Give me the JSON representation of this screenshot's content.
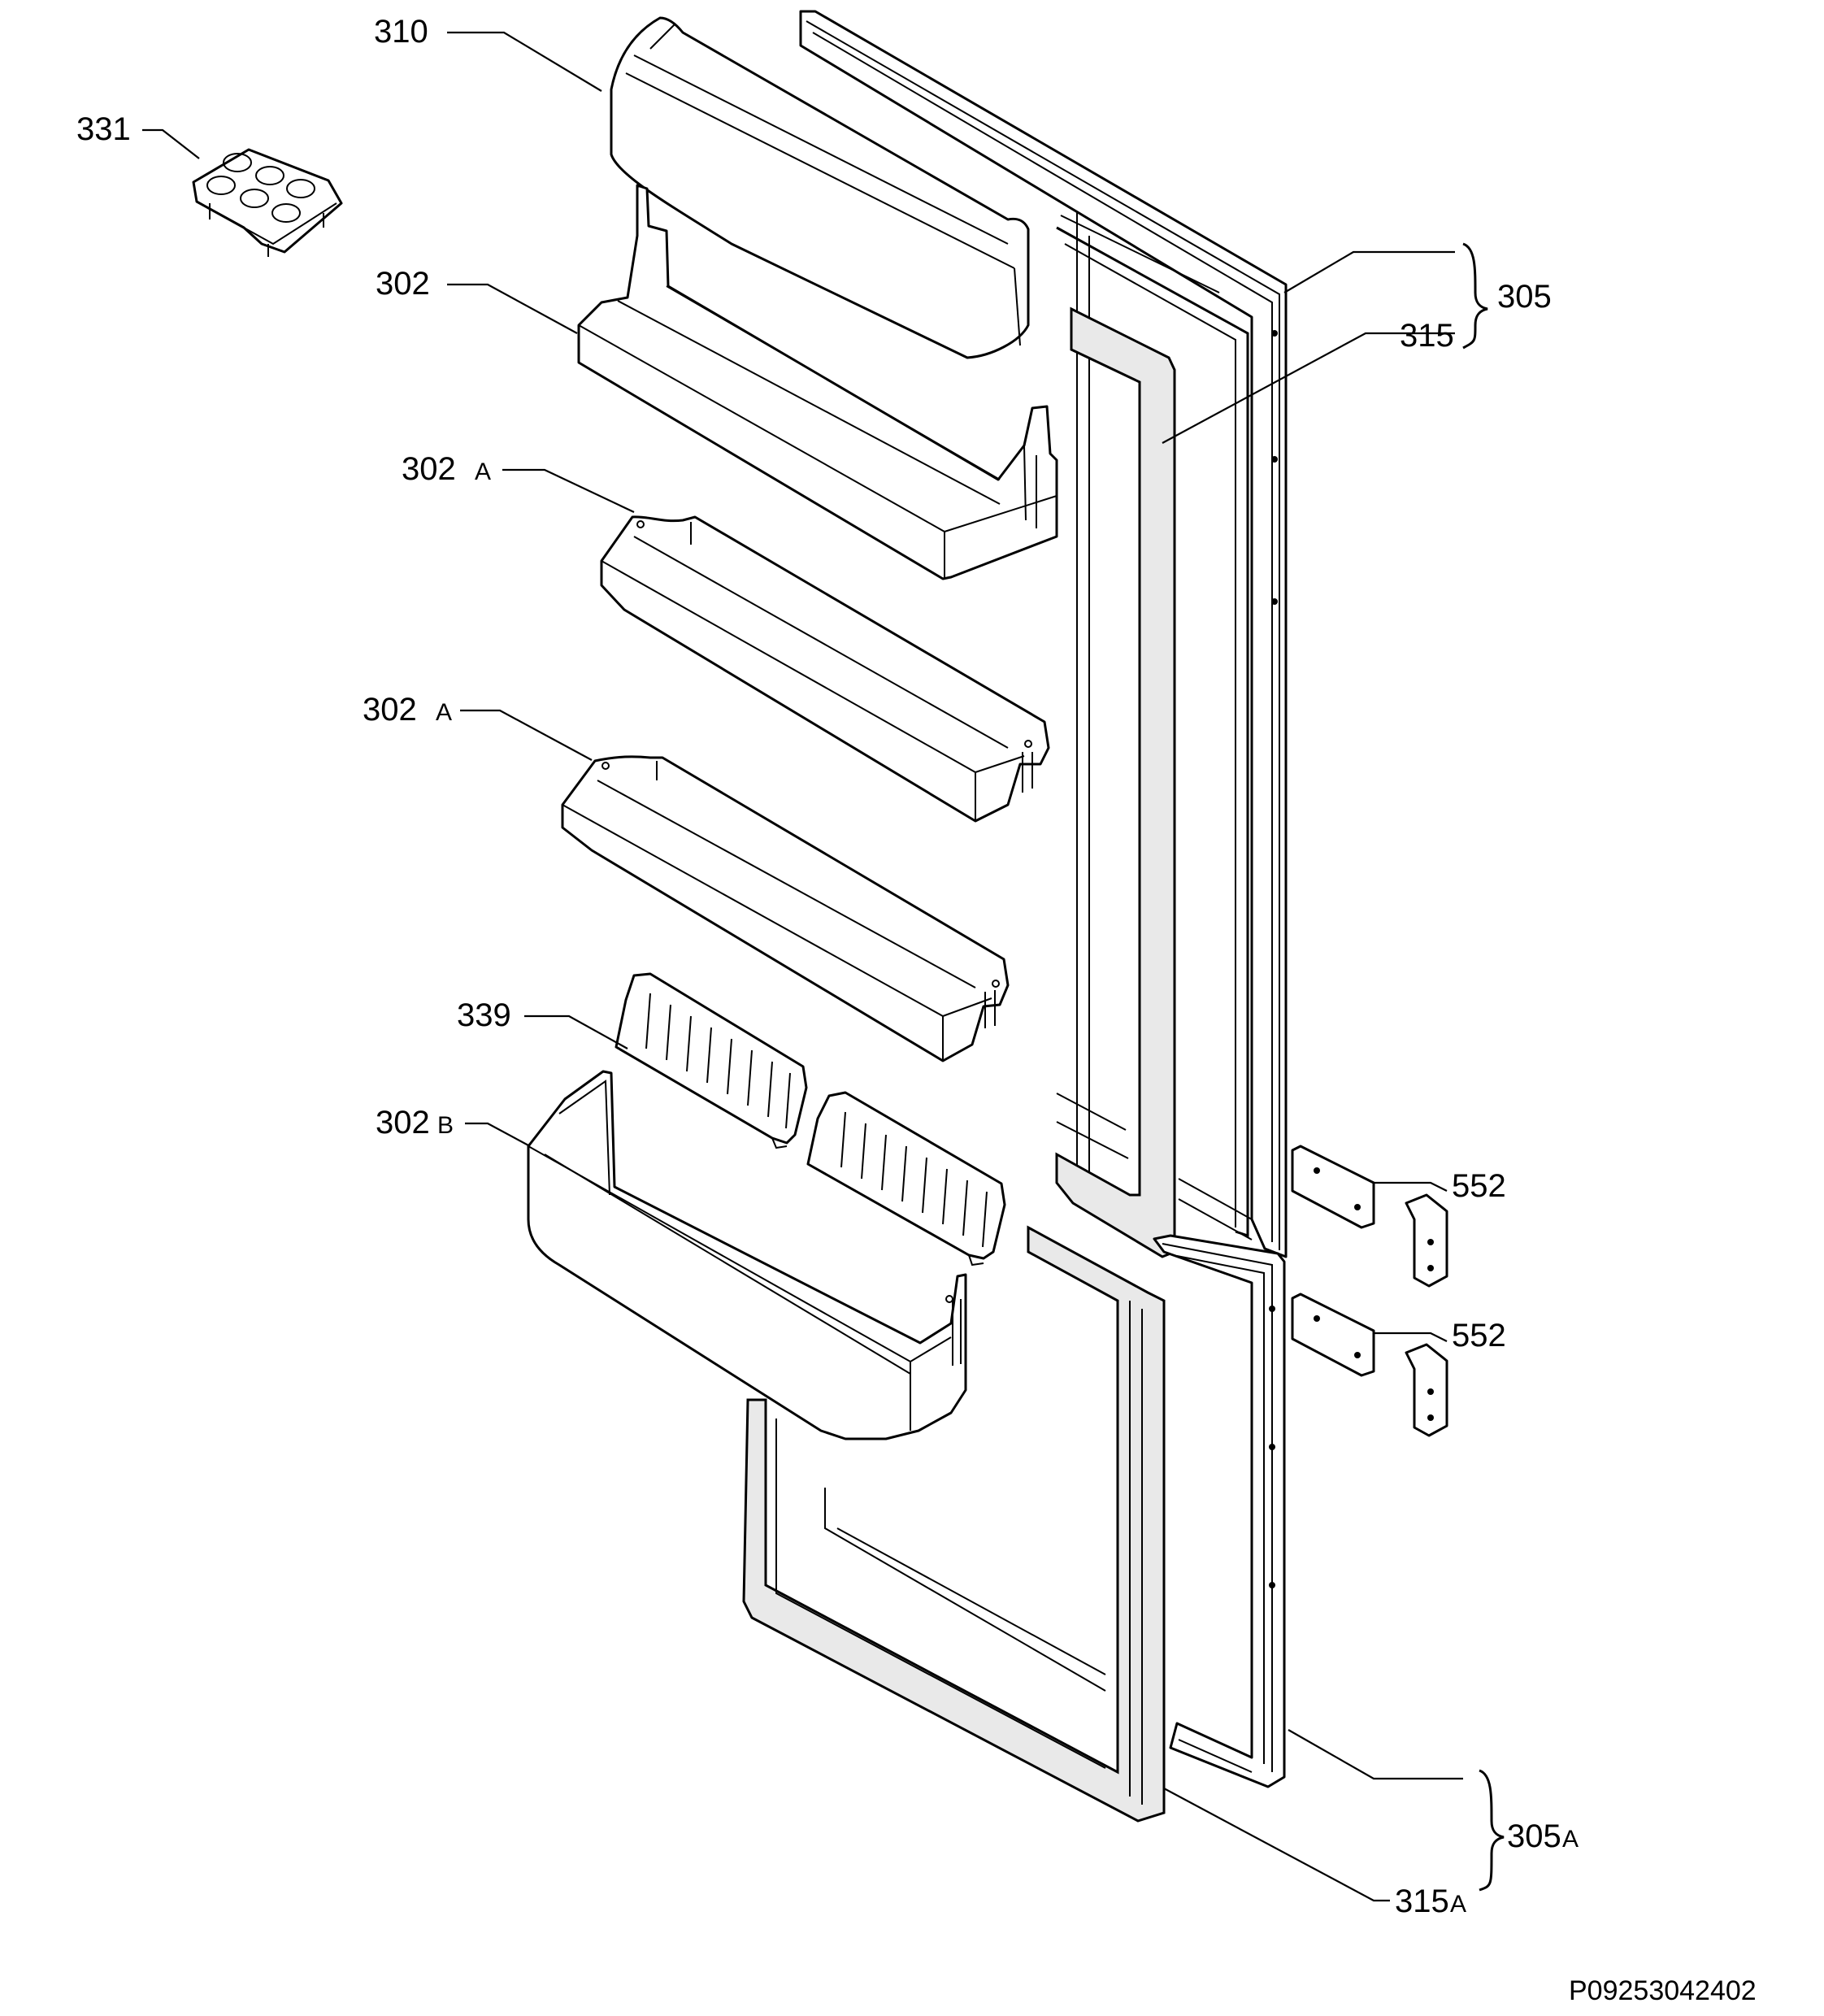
{
  "callouts": [
    {
      "id": "310",
      "number": "310",
      "suffix": ""
    },
    {
      "id": "331",
      "number": "331",
      "suffix": ""
    },
    {
      "id": "302",
      "number": "302",
      "suffix": ""
    },
    {
      "id": "302a-1",
      "number": "302",
      "suffix": "A"
    },
    {
      "id": "302a-2",
      "number": "302",
      "suffix": "A"
    },
    {
      "id": "339",
      "number": "339",
      "suffix": ""
    },
    {
      "id": "302b",
      "number": "302",
      "suffix": "B"
    },
    {
      "id": "305",
      "number": "305",
      "suffix": ""
    },
    {
      "id": "315",
      "number": "315",
      "suffix": ""
    },
    {
      "id": "552-1",
      "number": "552",
      "suffix": ""
    },
    {
      "id": "552-2",
      "number": "552",
      "suffix": ""
    },
    {
      "id": "305a",
      "number": "305",
      "suffix": "A"
    },
    {
      "id": "315a",
      "number": "315",
      "suffix": "A"
    }
  ],
  "drawing_code": "P09253042402"
}
